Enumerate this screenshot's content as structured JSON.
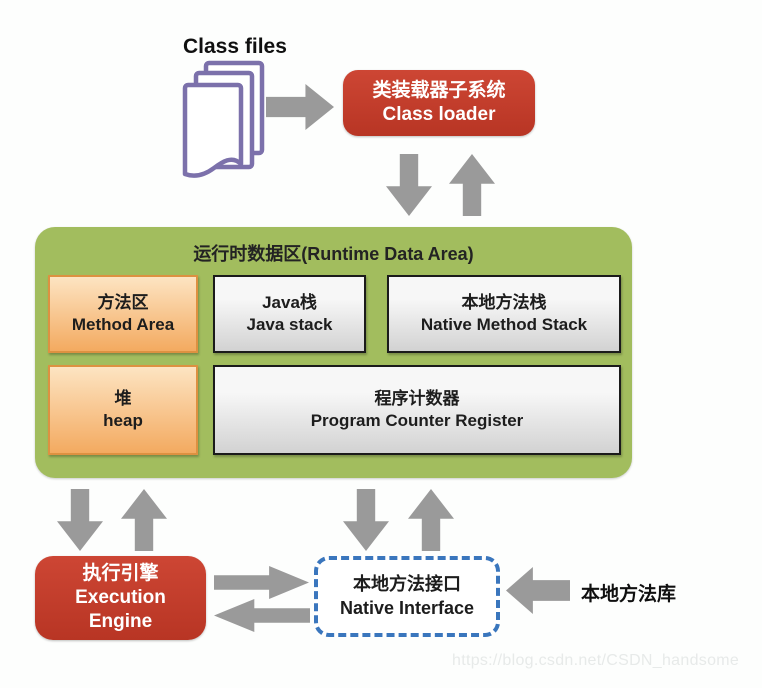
{
  "diagram": {
    "class_files_label": "Class files",
    "class_loader": {
      "zh": "类装载器子系统",
      "en": "Class loader"
    },
    "runtime_area": {
      "title": "运行时数据区(Runtime Data Area)",
      "method_area": {
        "zh": "方法区",
        "en": "Method Area"
      },
      "java_stack": {
        "zh": "Java栈",
        "en": "Java stack"
      },
      "native_method_stack": {
        "zh": "本地方法栈",
        "en": "Native Method Stack"
      },
      "heap": {
        "zh": "堆",
        "en": "heap"
      },
      "program_counter": {
        "zh": "程序计数器",
        "en": "Program Counter Register"
      }
    },
    "execution_engine": {
      "zh": "执行引擎",
      "en_line1": "Execution",
      "en_line2": "Engine"
    },
    "native_interface": {
      "zh": "本地方法接口",
      "en": "Native Interface"
    },
    "native_library_label": "本地方法库",
    "watermark": "https://blog.csdn.net/CSDN_handsome"
  },
  "colors": {
    "loader_red": "#c23a28",
    "runtime_green": "#a2bd5e",
    "memory_orange_fill_top": "#fde4c2",
    "memory_orange_fill_bottom": "#f3aa60",
    "memory_orange_border": "#dd9141",
    "stack_gray_fill_top": "#f7f7f7",
    "stack_gray_fill_bottom": "#d2d2d2",
    "stack_gray_border": "#1b1b1b",
    "arrow_gray": "#9a9a9a",
    "interface_dashed_blue": "#3a76bd",
    "doc_icon_purple": "#7c71ab"
  }
}
